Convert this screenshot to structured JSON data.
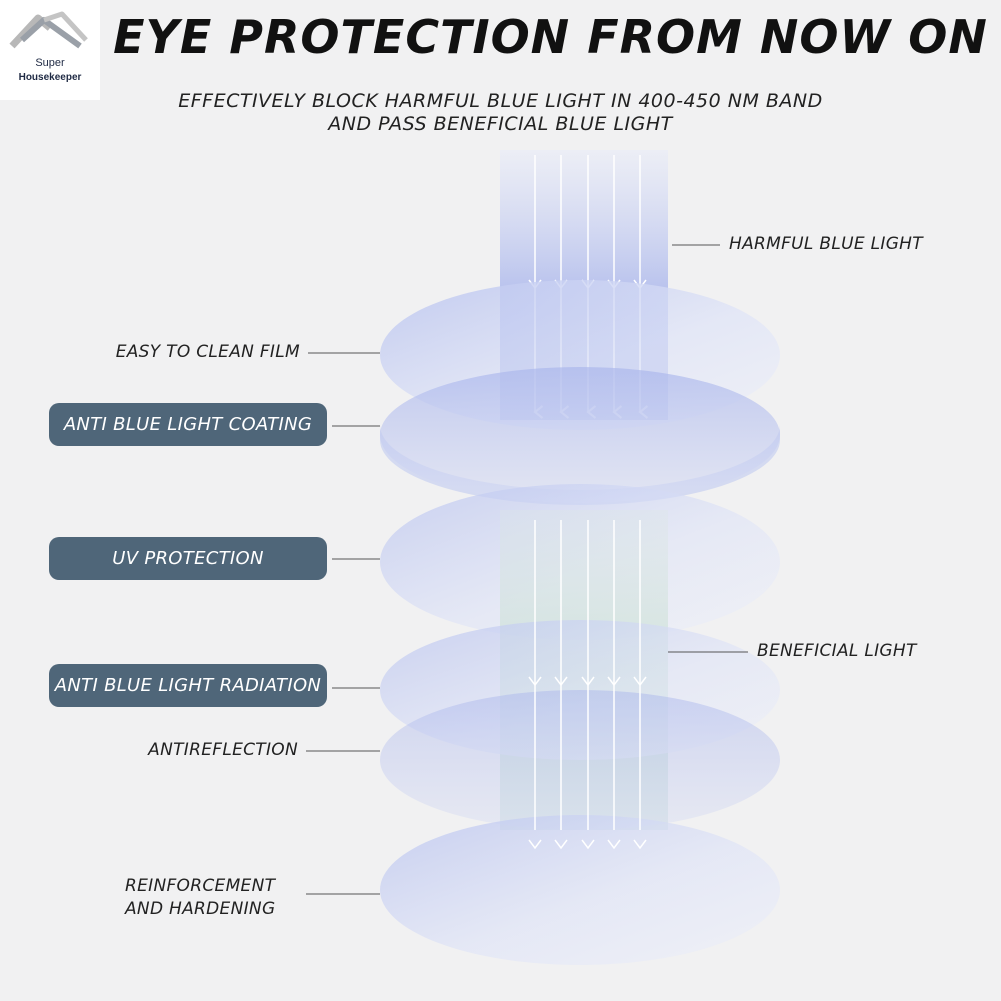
{
  "logo": {
    "line1": "Super",
    "line2": "Housekeeper"
  },
  "title": "EYE PROTECTION FROM NOW ON",
  "subtitle": {
    "line1": "EFFECTIVELY BLOCK HARMFUL BLUE LIGHT IN 400-450 NM BAND",
    "line2": "AND PASS BENEFICIAL BLUE LIGHT"
  },
  "callouts": {
    "harmful": "HARMFUL BLUE LIGHT",
    "beneficial": "BENEFICIAL LIGHT"
  },
  "layers": {
    "easy_clean": "EASY TO CLEAN FILM",
    "anti_blue_coating": "ANTI BLUE LIGHT COATING",
    "uv": "UV PROTECTION",
    "anti_blue_radiation": "ANTI BLUE LIGHT RADIATION",
    "antireflection": "ANTIREFLECTION",
    "reinforcement_line1": "REINFORCEMENT",
    "reinforcement_line2": "AND HARDENING"
  },
  "colors": {
    "pill": "#4f6679",
    "harmful_beam": "#8f9fe0",
    "beneficial_beam": "#b9d9c6",
    "lens": "#b7c2ee"
  }
}
